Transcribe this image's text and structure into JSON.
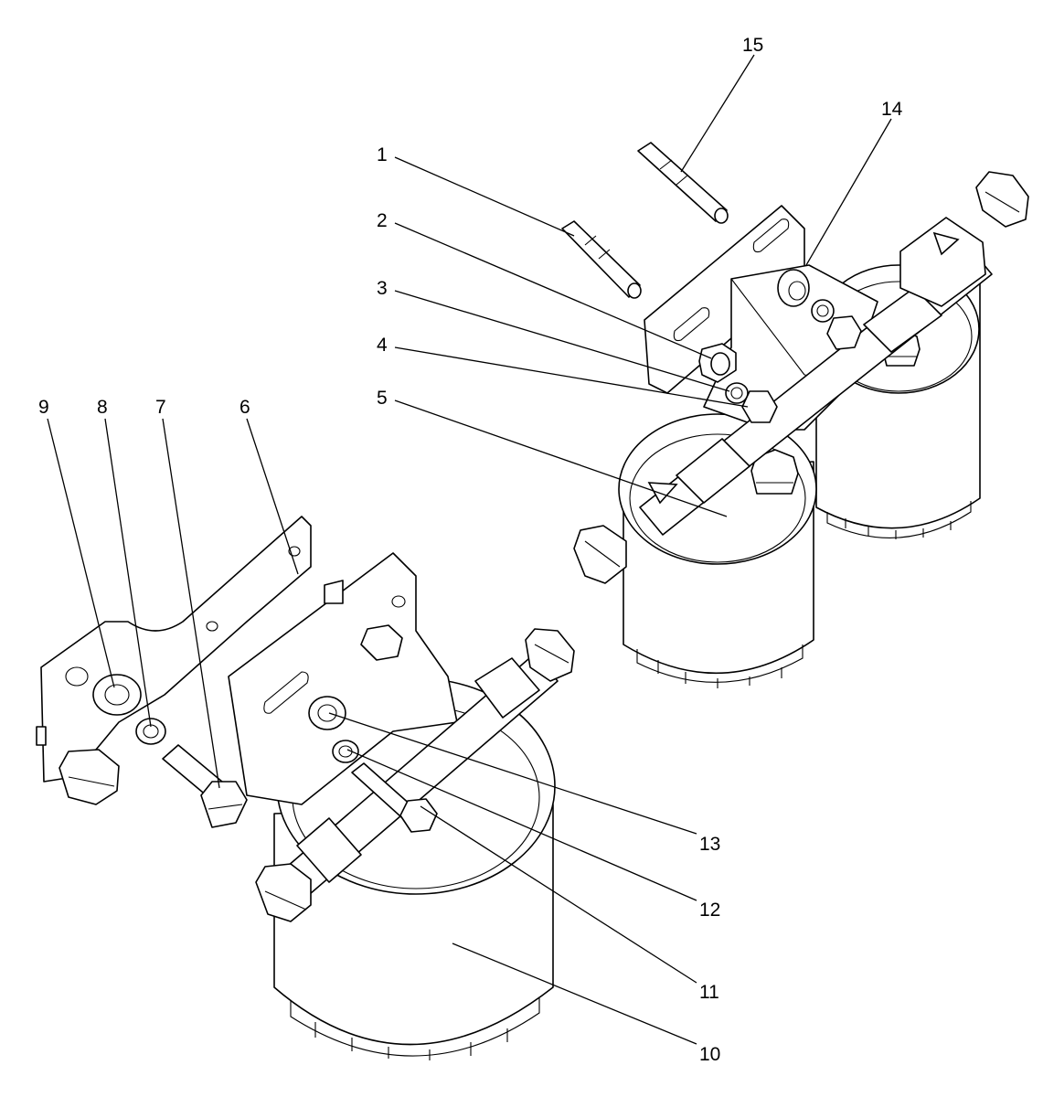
{
  "colors": {
    "line": "#000000",
    "background": "#ffffff"
  },
  "callouts": [
    {
      "id": "1",
      "label": "1"
    },
    {
      "id": "2",
      "label": "2"
    },
    {
      "id": "3",
      "label": "3"
    },
    {
      "id": "4",
      "label": "4"
    },
    {
      "id": "5",
      "label": "5"
    },
    {
      "id": "6",
      "label": "6"
    },
    {
      "id": "7",
      "label": "7"
    },
    {
      "id": "8",
      "label": "8"
    },
    {
      "id": "9",
      "label": "9"
    },
    {
      "id": "10",
      "label": "10"
    },
    {
      "id": "11",
      "label": "11"
    },
    {
      "id": "12",
      "label": "12"
    },
    {
      "id": "13",
      "label": "13"
    },
    {
      "id": "14",
      "label": "14"
    },
    {
      "id": "15",
      "label": "15"
    }
  ]
}
